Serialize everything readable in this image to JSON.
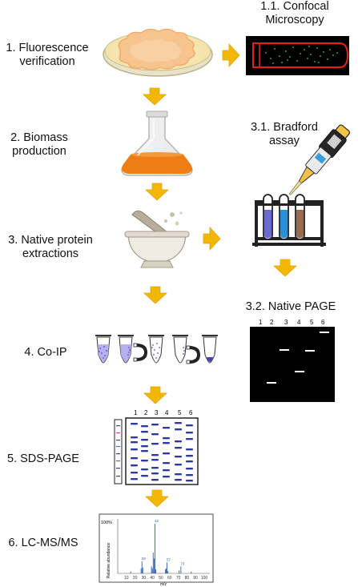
{
  "steps": [
    {
      "line1": "1. Fluorescence",
      "line2": "verification"
    },
    {
      "line1": "2. Biomass",
      "line2": "production"
    },
    {
      "line1": "3. Native protein",
      "line2": "extractions"
    },
    {
      "line1": "4. Co-IP",
      "line2": ""
    },
    {
      "line1": "5. SDS-PAGE",
      "line2": ""
    },
    {
      "line1": "6. LC-MS/MS",
      "line2": ""
    }
  ],
  "side_steps": [
    {
      "line1": "1.1. Confocal",
      "line2": "Microscopy"
    },
    {
      "line1": "3.1. Bradford",
      "line2": "assay"
    },
    {
      "line1": "3.2. Native PAGE",
      "line2": ""
    }
  ],
  "native_page": {
    "lanes": [
      "1",
      "2",
      "3",
      "4",
      "5",
      "6"
    ]
  },
  "sds_page": {
    "lanes": [
      "1",
      "2",
      "3",
      "4",
      "5",
      "6"
    ]
  },
  "ms": {
    "percent_label": "100%",
    "ylabel": "Relative abundance",
    "xlabel": "m/z",
    "x_ticks": [
      "10",
      "20",
      "30",
      "40",
      "50",
      "60",
      "70",
      "80",
      "90",
      "100"
    ],
    "peak_labels": [
      "28",
      "43",
      "57",
      "73"
    ]
  },
  "colors": {
    "arrow": "#f2b705",
    "accent_orange": "#ee7d14",
    "gel_blue": "#2b3a9c"
  }
}
